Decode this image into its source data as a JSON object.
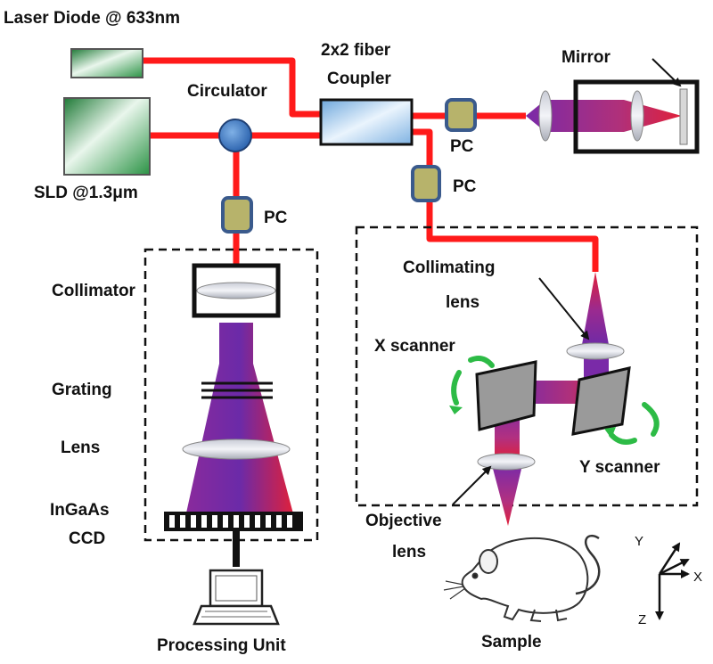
{
  "labels": {
    "laser_diode": "Laser Diode @ 633nm",
    "fiber_coupler_line1": "2x2 fiber",
    "fiber_coupler_line2": "Coupler",
    "mirror": "Mirror",
    "circulator": "Circulator",
    "sld": "SLD @1.3μm",
    "pc_reference": "PC",
    "pc_sample": "PC",
    "pc_detection": "PC",
    "collimator": "Collimator",
    "grating": "Grating",
    "lens": "Lens",
    "ccd_line1": "InGaAs",
    "ccd_line2": "CCD",
    "processing_unit": "Processing Unit",
    "collimating_lens_line1": "Collimating",
    "collimating_lens_line2": "lens",
    "x_scanner": "X scanner",
    "y_scanner": "Y scanner",
    "objective_lens_line1": "Objective",
    "objective_lens_line2": "lens",
    "sample": "Sample",
    "axis_x": "X",
    "axis_y": "Y",
    "axis_z": "Z"
  },
  "colors": {
    "fiber": "#ff1a1a",
    "source_green": "#2e9e4a",
    "circulator_blue": "#3f78c0",
    "coupler_blue": "#a9cdee",
    "pc_fill": "#b7b36b",
    "pc_border": "#3a5a8c",
    "beam_purple": "#7a2aa8",
    "beam_red": "#e0203a",
    "arrow_green": "#2dbb46"
  }
}
